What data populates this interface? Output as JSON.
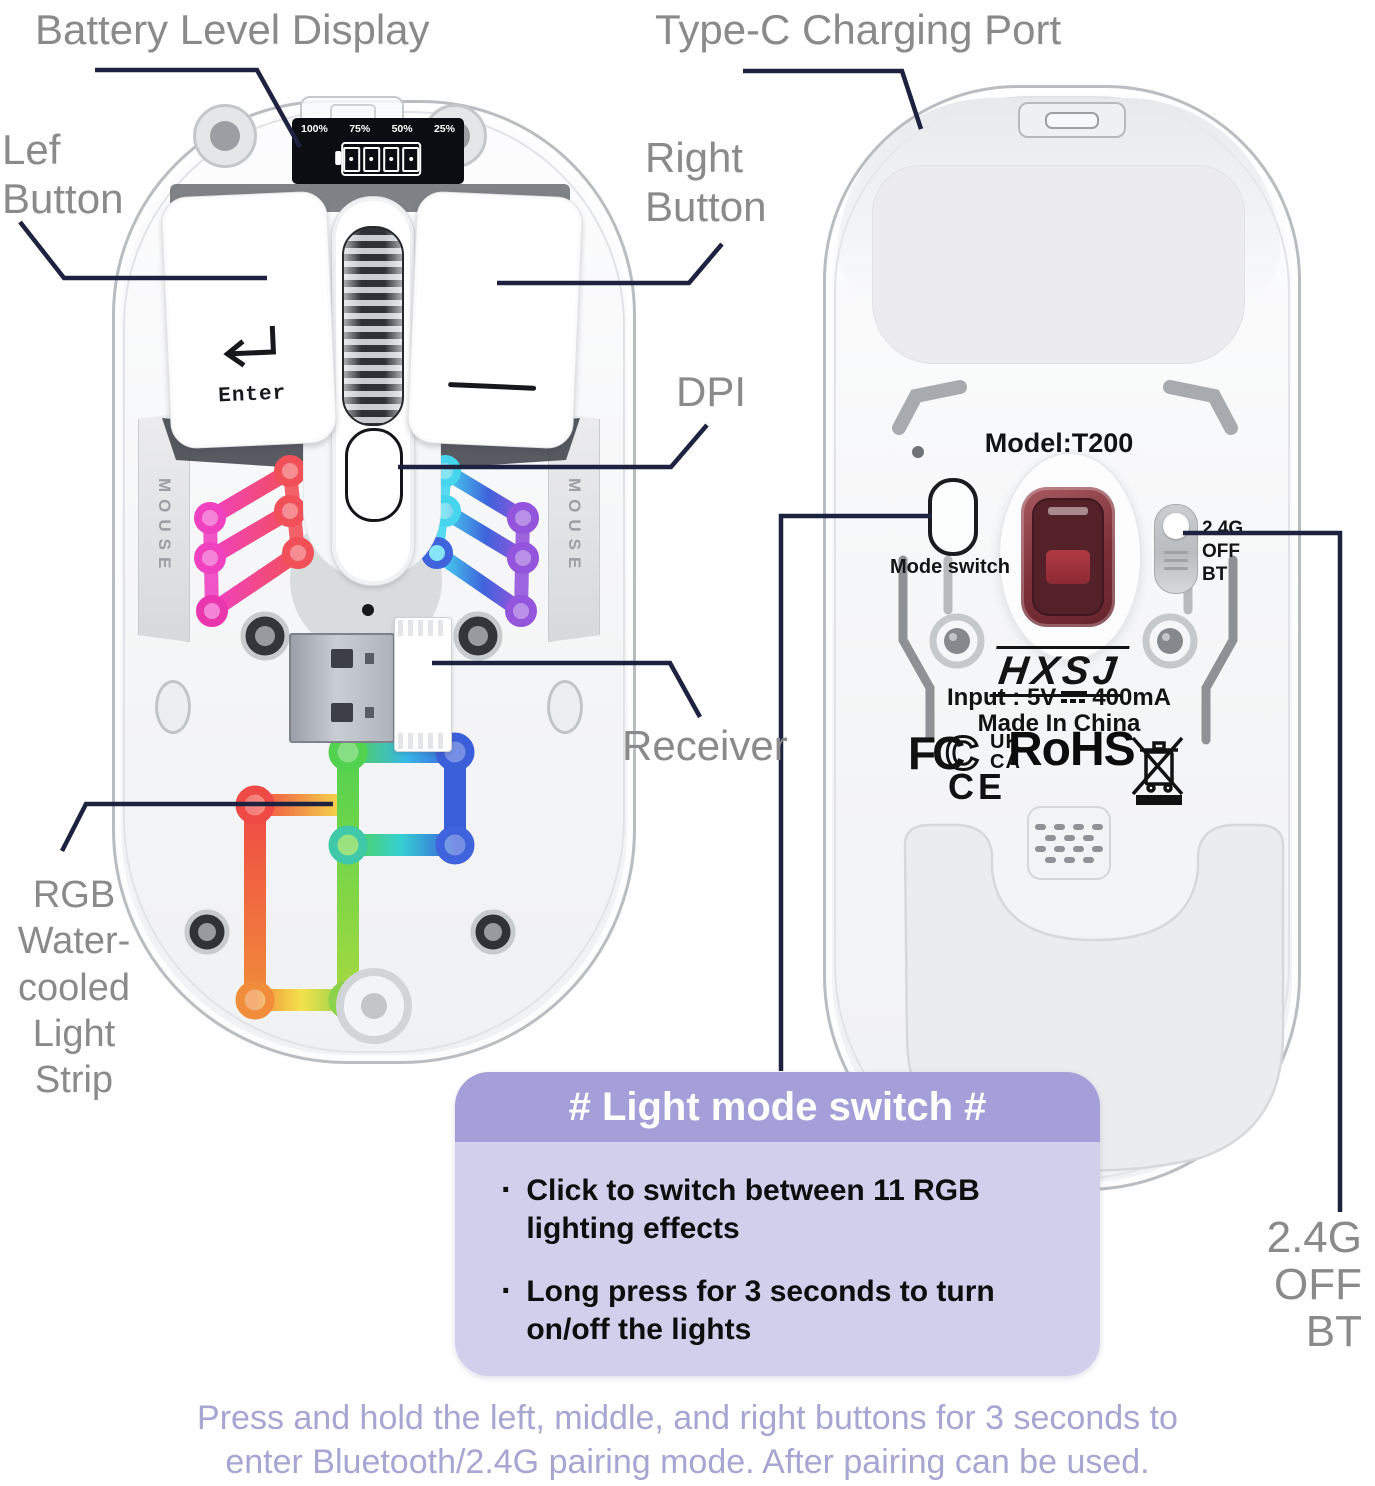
{
  "colors": {
    "label_gray": "#8a8a8a",
    "line_navy": "#1d2240",
    "box_header_purple": "#a49fd8",
    "box_body_purple": "#d1cfec",
    "footer_purple": "#a7a5d2"
  },
  "labels": {
    "battery": "Battery Level Display",
    "typec": "Type-C Charging Port",
    "left_button": [
      "Lef",
      "Button"
    ],
    "right_button": [
      "Right",
      "Button"
    ],
    "dpi": "DPI",
    "receiver": "Receiver",
    "rgb_strip": [
      "RGB",
      "Water-",
      "cooled",
      "Light",
      "Strip"
    ],
    "wireless_modes": [
      "2.4G",
      "OFF",
      "BT"
    ]
  },
  "top_mouse": {
    "battery_levels": [
      "100%",
      "75%",
      "50%",
      "25%"
    ],
    "enter_key_label": "Enter",
    "side_text": "MOUSE"
  },
  "bottom_mouse": {
    "model": "Model:T200",
    "mode_switch": "Mode switch",
    "switch_positions": [
      "2.4G",
      "OFF",
      "BT"
    ],
    "brand": "HXSJ",
    "input_label": "Input : 5V",
    "input_current": "400mA",
    "made_in": "Made In China",
    "certifications": {
      "fcc": "FC",
      "fcc_c": "C",
      "ukca_top": "UK",
      "ukca_bottom": "CA",
      "rohs": "RoHS",
      "ce": "CE"
    }
  },
  "info_box": {
    "title": "# Light mode switch #",
    "bullet_marker": "·",
    "bullets": [
      [
        "Click to switch between 11 RGB",
        "lighting effects"
      ],
      [
        "Long press for 3 seconds to turn",
        "on/off the lights"
      ]
    ]
  },
  "footer": [
    "Press and hold the left, middle, and right buttons for 3 seconds to",
    "enter Bluetooth/2.4G pairing mode. After pairing can be used."
  ]
}
